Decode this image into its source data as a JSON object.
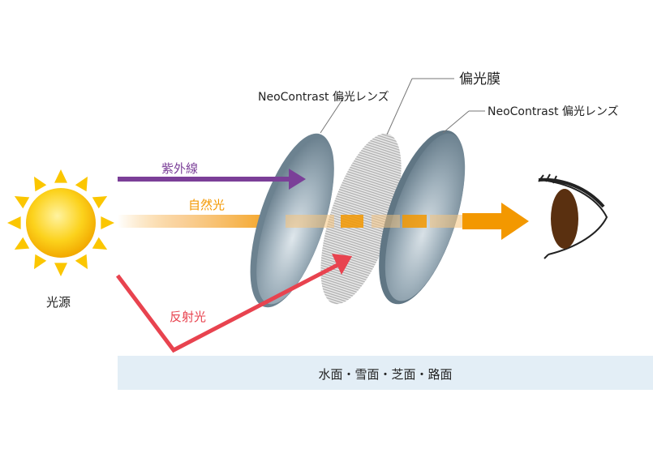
{
  "labels": {
    "lens_left": "NeoContrast 偏光レンズ",
    "film": "偏光膜",
    "lens_right": "NeoContrast 偏光レンズ",
    "uv": "紫外線",
    "natural": "自然光",
    "reflected": "反射光",
    "source": "光源",
    "surface": "水面・雪面・芝面・路面"
  },
  "colors": {
    "uv": "#7b3f98",
    "natural": "#f39800",
    "reflected": "#e8434f",
    "lens": "#5f7584",
    "film": "#b8b8b8",
    "surface": "#e3eef6",
    "sun": "#fbc600"
  }
}
